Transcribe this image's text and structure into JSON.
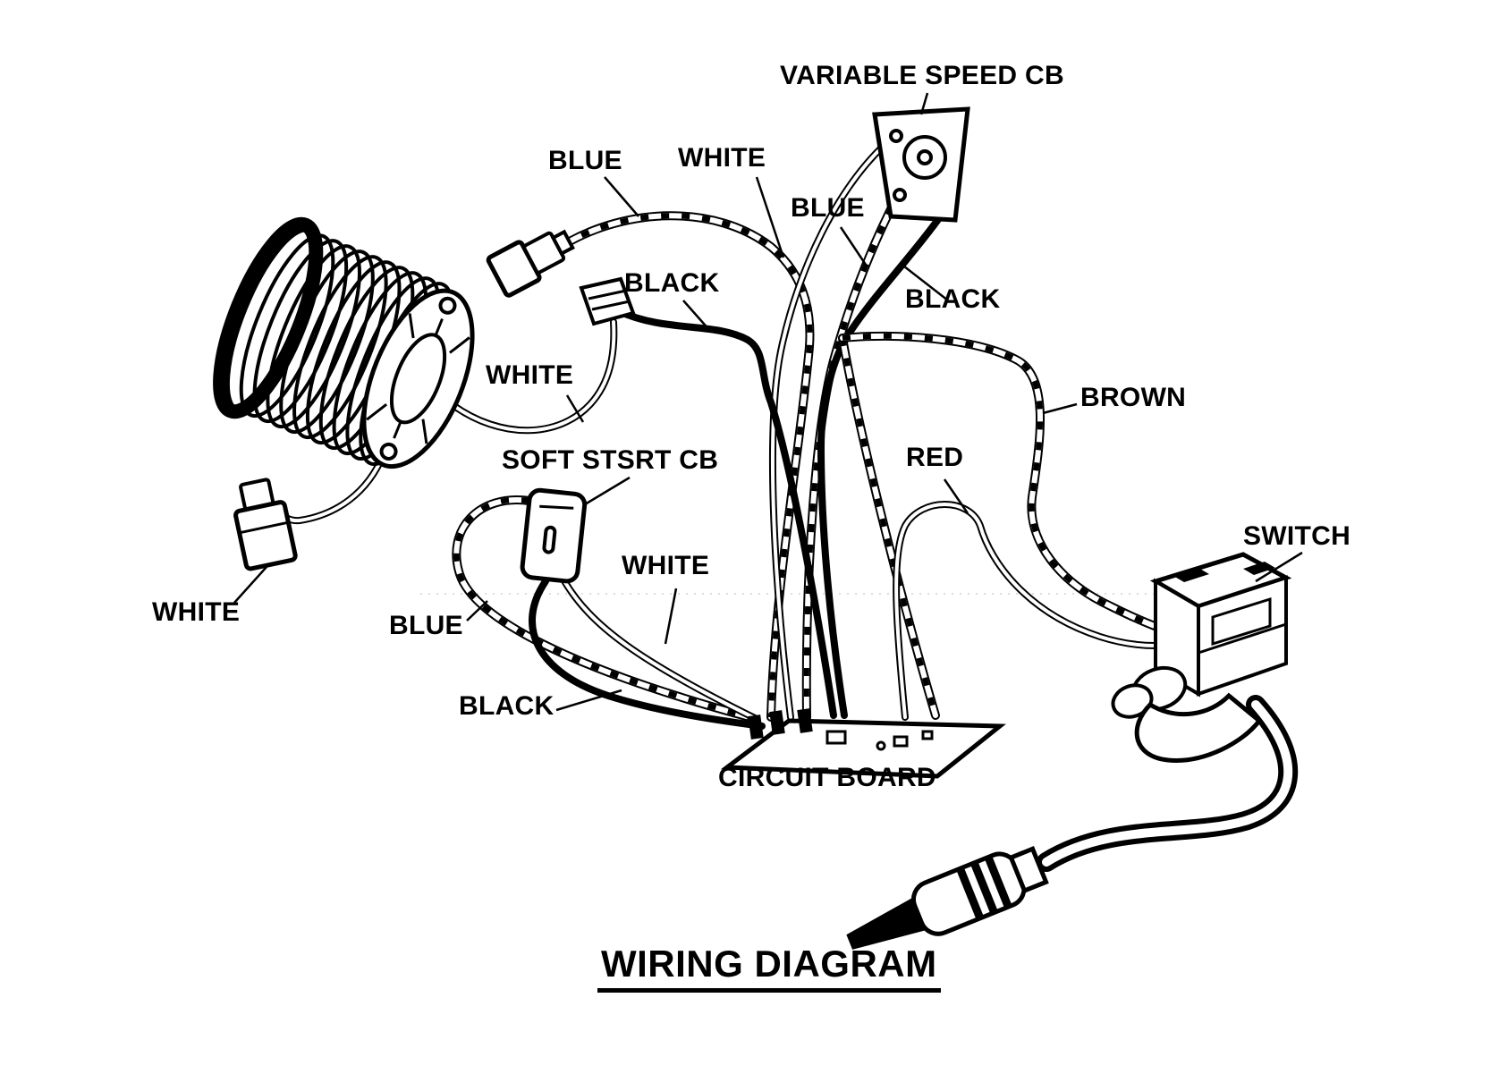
{
  "title": "WIRING DIAGRAM",
  "labels": {
    "variable_speed_cb": "VARIABLE SPEED CB",
    "blue_top": "BLUE",
    "white_top": "WHITE",
    "blue_mid": "BLUE",
    "black_left": "BLACK",
    "black_right": "BLACK",
    "white_motor": "WHITE",
    "brown": "BROWN",
    "soft_start_cb": "SOFT STSRT CB",
    "red": "RED",
    "switch": "SWITCH",
    "white_center": "WHITE",
    "white_plug": "WHITE",
    "blue_bottom": "BLUE",
    "black_bottom": "BLACK",
    "circuit_board": "CIRCUIT BOARD"
  },
  "colors": {
    "ink": "#000000",
    "paper": "#ffffff"
  }
}
